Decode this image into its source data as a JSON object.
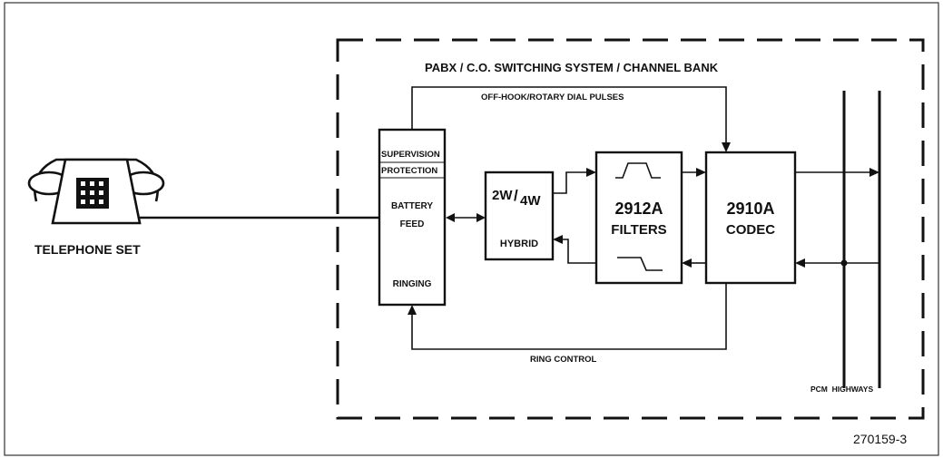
{
  "system_label": "PABX / C.O. SWITCHING SYSTEM / CHANNEL BANK",
  "telephone": {
    "label": "TELEPHONE SET"
  },
  "slic": {
    "line1": "SUPERVISION",
    "line2": "PROTECTION",
    "line3": "BATTERY",
    "line4": "FEED",
    "line5": "RINGING"
  },
  "hybrid": {
    "top_main": "2W",
    "top_sub": "4W",
    "bottom": "HYBRID"
  },
  "filters": {
    "part": "2912A",
    "name": "FILTERS"
  },
  "codec": {
    "part": "2910A",
    "name": "CODEC"
  },
  "signals": {
    "off_hook": "OFF-HOOK/ROTARY DIAL PULSES",
    "ring_control": "RING CONTROL",
    "pcm_highways": "PCM  HIGHWAYS"
  },
  "figure_id": "270159-3"
}
